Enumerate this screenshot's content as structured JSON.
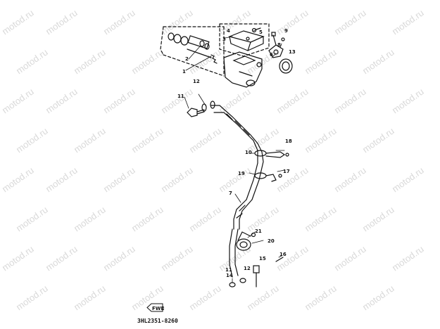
{
  "watermark": "motod.ru",
  "part_number": "3HL2351-8260",
  "fwd_label": "FWD",
  "callouts": [
    "1",
    "2",
    "3",
    "4",
    "5",
    "6",
    "7",
    "8",
    "9",
    "10",
    "11",
    "12",
    "13",
    "14",
    "15",
    "16",
    "17",
    "18",
    "19",
    "20",
    "21"
  ],
  "stray_mark": "↓₂"
}
